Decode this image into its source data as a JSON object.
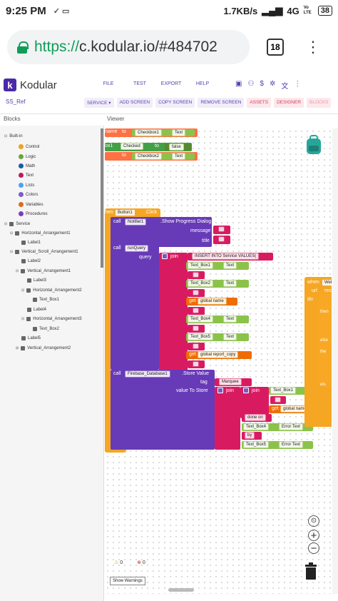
{
  "status": {
    "time": "9:25 PM",
    "speed": "1.7KB/s",
    "network": "4G",
    "volte": "Vo LTE",
    "battery": "38"
  },
  "browser": {
    "url_scheme": "https://",
    "url_rest": "c.kodular.io/#484702",
    "tab_count": "18"
  },
  "app": {
    "brand": "Kodular",
    "menus": [
      "FILE",
      "TEST",
      "EXPORT",
      "HELP"
    ],
    "project_name": "SS_Ref",
    "screen_button": "SERVICE ▾",
    "buttons": {
      "add": "ADD SCREEN",
      "copy": "COPY SCREEN",
      "remove": "REMOVE SCREEN",
      "assets": "ASSETS",
      "designer": "DESIGNER",
      "blocks": "BLOCKS"
    }
  },
  "panels": {
    "blocks": "Blocks",
    "viewer": "Viewer"
  },
  "tree": {
    "builtin": "Built-in",
    "builtin_items": [
      {
        "label": "Control",
        "color": "#f0a020"
      },
      {
        "label": "Logic",
        "color": "#6aa53a"
      },
      {
        "label": "Math",
        "color": "#1d5ba8"
      },
      {
        "label": "Text",
        "color": "#c2185b"
      },
      {
        "label": "Lists",
        "color": "#42a5f5"
      },
      {
        "label": "Colors",
        "color": "#7b5ec7"
      },
      {
        "label": "Variables",
        "color": "#e06a1f"
      },
      {
        "label": "Procedures",
        "color": "#7b3fb8"
      }
    ],
    "service": "Service",
    "components": [
      "Horizontal_Arrangement1",
      "Label1",
      "Vertical_Scroll_Arrangement1",
      "Label2",
      "Vertical_Arrangement1",
      "Label3",
      "Horizontal_Arrangement2",
      "Text_Box1",
      "Label4",
      "Horizontal_Arrangement3",
      "Text_Box2",
      "Label5",
      "Vertical_Arrangement2"
    ]
  },
  "blocks": {
    "set1_prefix": "name",
    "to": "to",
    "checkbox1": "Checkbox1",
    "text": "Text",
    "set2_prefix": "ox1",
    "checked": "Checked",
    "false": "false",
    "checkbox2": "Checkbox2",
    "when": "hen",
    "button1": "Button1",
    "click": ".Click",
    "call": "call",
    "notifier1": "Notifier1",
    "show_progress": ".Show Progress Dialog",
    "message": "message",
    "title": "title",
    "runquery": "runQuery",
    "query": "query",
    "join": "join",
    "insert": "INSERT INTO Service VALUES(",
    "text_box1": "Text_Box1",
    "text_box2": "Text_Box2",
    "text_box4": "Text_Box4",
    "text_box5": "Text_Box5",
    "get": "get",
    "global_name": "global name",
    "global_report_copy": "global report_copy",
    "firebase": "Firebase_Database1",
    "store_value": ".Store Value",
    "tag": "tag",
    "marquee": "Marquee",
    "value_to_store": "value To Store",
    "error_text": "Error Text",
    "done_on": "done on",
    "by": "by",
    "right_when": "when",
    "right_web": "Web",
    "url": "url",
    "resp": "resp",
    "do": "do",
    "then": "then",
    "else": "else",
    "the": "the",
    "els": "els"
  },
  "workspace": {
    "warn_count": "0",
    "error_count": "0",
    "show_warnings": "Show Warnings"
  },
  "colors": {
    "accent": "#5a3fb0",
    "event": "#f5a623",
    "call": "#673ab7",
    "text": "#d81b60",
    "component": "#2e7d32",
    "setter": "#ff7043"
  }
}
